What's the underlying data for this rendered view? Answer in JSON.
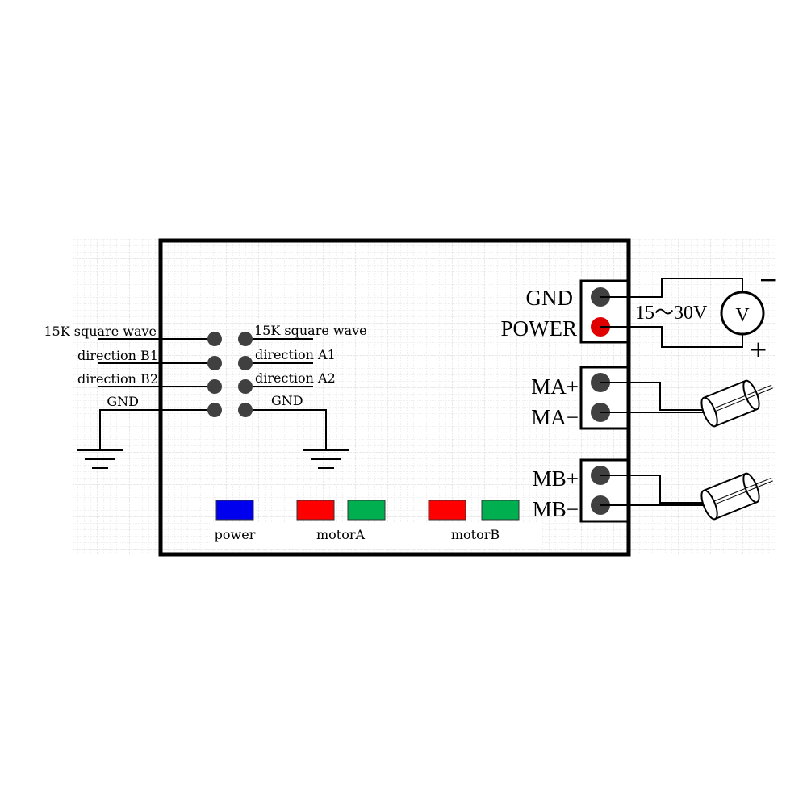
{
  "header_pins": {
    "left": [
      {
        "label": "15K square wave"
      },
      {
        "label": "direction B1"
      },
      {
        "label": "direction B2"
      },
      {
        "label": "GND"
      }
    ],
    "right": [
      {
        "label": "15K square wave"
      },
      {
        "label": "direction A1"
      },
      {
        "label": "direction A2"
      },
      {
        "label": "GND"
      }
    ]
  },
  "power_terminal": {
    "gnd_label": "GND",
    "power_label": "POWER",
    "voltage_label": "15～30V",
    "meter_label": "V",
    "minus_label": "−",
    "plus_label": "+"
  },
  "motor_a_terminal": {
    "plus_label": "MA+",
    "minus_label": "MA−"
  },
  "motor_b_terminal": {
    "plus_label": "MB+",
    "minus_label": "MB−"
  },
  "indicators": {
    "power": {
      "label": "power",
      "colors": [
        "#0000ee"
      ]
    },
    "motorA": {
      "label": "motorA",
      "colors": [
        "#ff0000",
        "#00b050"
      ]
    },
    "motorB": {
      "label": "motorB",
      "colors": [
        "#ff0000",
        "#00b050"
      ]
    }
  },
  "colors": {
    "pin": "#404040",
    "power_pin": "#e00000",
    "outline": "#000000"
  }
}
